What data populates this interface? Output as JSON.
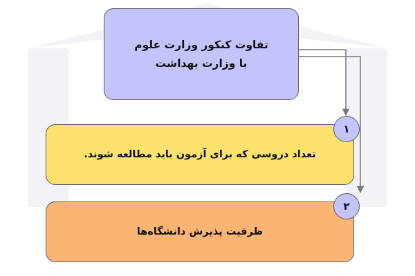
{
  "title_box": {
    "line1": "تفاوت کنکور وزارت علوم",
    "line2": "با وزارت بهداشت"
  },
  "items": [
    {
      "number": "۱",
      "text": "تعداد دروسی که برای آزمون باید مطالعه شوند."
    },
    {
      "number": "۲",
      "text": "ظرفیت پذیرش دانشگاه‌ها"
    }
  ],
  "colors": {
    "title_box": "#c4c3fb",
    "item_1": "#fbe26c",
    "item_2": "#fbb474",
    "badge": "#c4c3fb",
    "border": "#5d5d5d",
    "watermark": "#f1f1f5"
  }
}
